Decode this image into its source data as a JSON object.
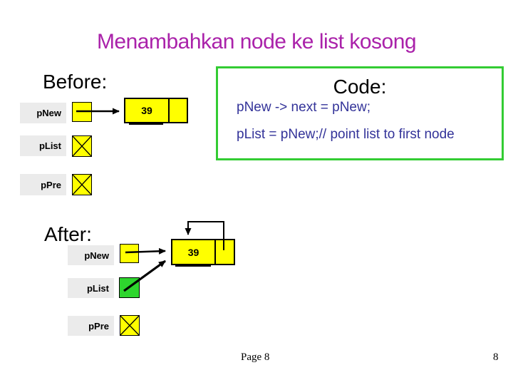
{
  "title": "Menambahkan node ke list kosong",
  "code_panel": {
    "heading": "Code:",
    "lines": [
      "pNew -> next = pNew;",
      "pList = pNew;// point list to first node"
    ]
  },
  "before": {
    "heading": "Before:",
    "pointers": [
      {
        "label": "pNew",
        "state": "points-to-node"
      },
      {
        "label": "pList",
        "state": "null"
      },
      {
        "label": "pPre",
        "state": "null"
      }
    ],
    "node": {
      "value": "39"
    }
  },
  "after": {
    "heading": "After:",
    "pointers": [
      {
        "label": "pNew",
        "state": "points-to-node"
      },
      {
        "label": "pList",
        "state": "points-to-node"
      },
      {
        "label": "pPre",
        "state": "null"
      }
    ],
    "node": {
      "value": "39"
    }
  },
  "footer": {
    "page_label": "Page 8",
    "page_number": "8"
  },
  "colors": {
    "title": "#aa22aa",
    "code_text": "#333399",
    "panel_border": "#33cc33",
    "pointer_yellow": "#ffff00",
    "pointer_green": "#2ed52e",
    "label_bg": "#ebebeb"
  }
}
